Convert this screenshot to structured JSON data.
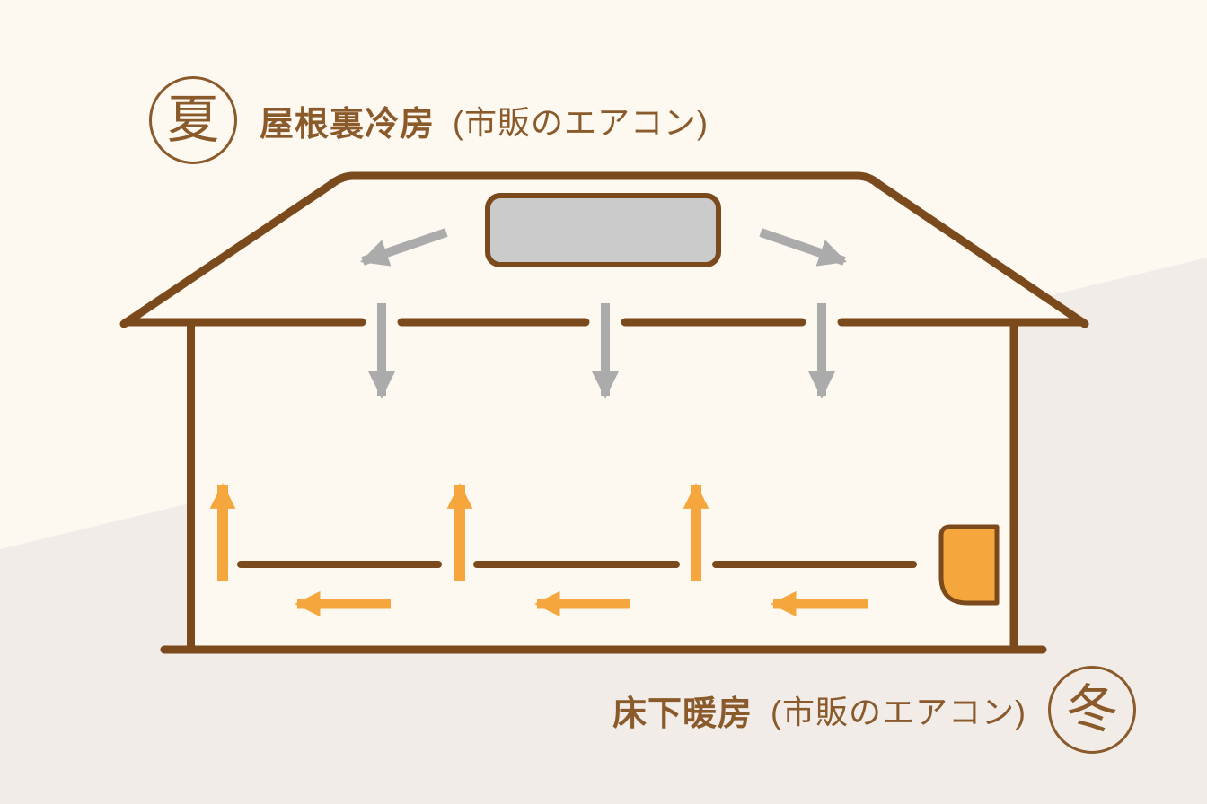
{
  "colors": {
    "line_brown": "#7a4a1d",
    "text_brown": "#8a5a2b",
    "arrow_gray": "#ababab",
    "ac_unit_gray": "#cbcbcb",
    "accent_orange": "#f5a73e",
    "bg_upper": "#fdf8f0",
    "bg_lower": "#f1ece8",
    "house_fill": "#fdf8f0"
  },
  "labels": {
    "summer": {
      "badge": "夏",
      "title": "屋根裏冷房",
      "note": "(市販のエアコン)"
    },
    "winter": {
      "badge": "冬",
      "title": "床下暖房",
      "note": "(市販のエアコン)"
    }
  },
  "icons": {
    "attic_ac_unit": "gray rounded box in attic",
    "underfloor_ac_unit": "orange rounded box at floor right",
    "cool_air_arrow": "gray arrow (cooled air flow downward)",
    "warm_air_arrow": "orange arrow (warmed air flow under floor and upward)"
  }
}
